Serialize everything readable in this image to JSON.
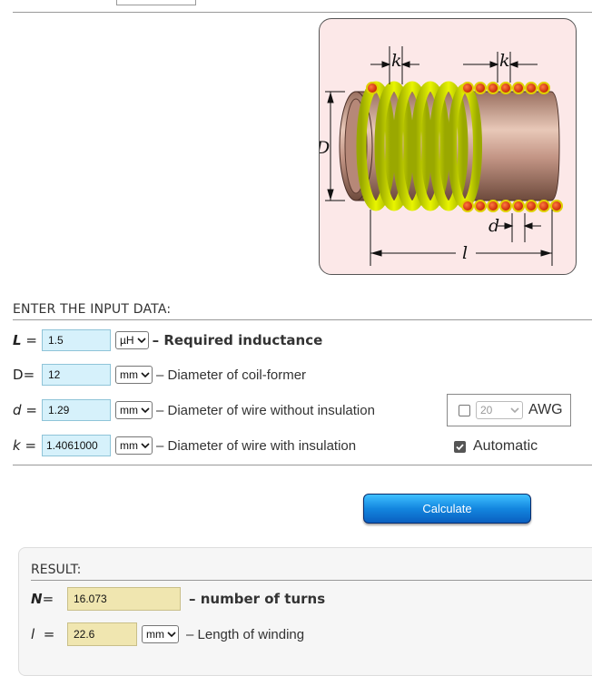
{
  "section_input_title": "ENTER THE INPUT DATA:",
  "inputs": [
    {
      "var": "L",
      "eq": "=",
      "value": "1.5",
      "unit": "µH",
      "desc": "– Required inductance"
    },
    {
      "var": "D",
      "eq": "=",
      "value": "12",
      "unit": "mm",
      "desc": "– Diameter of coil-former"
    },
    {
      "var": "d",
      "eq": "=",
      "value": "1.29",
      "unit": "mm",
      "desc": "– Diameter of wire without insulation"
    },
    {
      "var": "k",
      "eq": "=",
      "value": "1.4061000",
      "unit": "mm",
      "desc": "– Diameter of wire with insulation"
    }
  ],
  "awg": {
    "checked": false,
    "value": "20",
    "label": "AWG"
  },
  "automatic": {
    "checked": true,
    "label": "Automatic"
  },
  "calculate_label": "Calculate",
  "result_title": "RESULT:",
  "results": [
    {
      "var": "N",
      "eq": "=",
      "value": "16.073",
      "desc": "– number of turns"
    },
    {
      "var": "l",
      "eq": "=",
      "value": "22.6",
      "unit": "mm",
      "desc": "– Length of winding"
    }
  ],
  "diagram_labels": {
    "k_left": "k",
    "k_right": "k",
    "D": "D",
    "d": "d",
    "l": "l"
  },
  "colors": {
    "coil": "#d4e600",
    "wire_cross": "#e23000",
    "former": "#c79a86",
    "button": "#1386df"
  }
}
